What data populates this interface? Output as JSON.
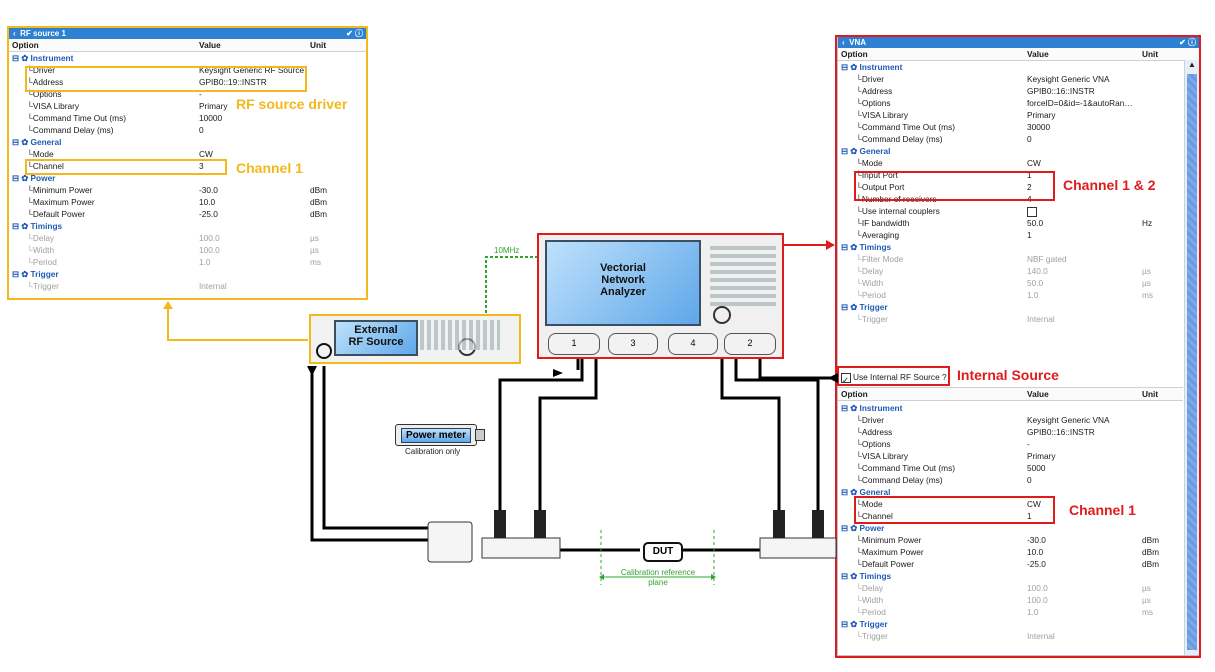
{
  "headers": {
    "option": "Option",
    "value": "Value",
    "unit": "Unit"
  },
  "rf_panel": {
    "title": "RF source 1",
    "rows": [
      {
        "o": "Instrument",
        "v": "",
        "u": "",
        "type": "sec"
      },
      {
        "o": "Driver",
        "v": "Keysight Generic RF Source",
        "u": "",
        "type": "item"
      },
      {
        "o": "Address",
        "v": "GPIB0::19::INSTR",
        "u": "",
        "type": "item"
      },
      {
        "o": "Options",
        "v": "-",
        "u": "",
        "type": "item"
      },
      {
        "o": "VISA Library",
        "v": "Primary",
        "u": "",
        "type": "item"
      },
      {
        "o": "Command Time Out (ms)",
        "v": "10000",
        "u": "",
        "type": "item"
      },
      {
        "o": "Command Delay (ms)",
        "v": "0",
        "u": "",
        "type": "item"
      },
      {
        "o": "General",
        "v": "",
        "u": "",
        "type": "sec"
      },
      {
        "o": "Mode",
        "v": "CW",
        "u": "",
        "type": "item"
      },
      {
        "o": "Channel",
        "v": "3",
        "u": "",
        "type": "item"
      },
      {
        "o": "Power",
        "v": "",
        "u": "",
        "type": "sec"
      },
      {
        "o": "Minimum Power",
        "v": "-30.0",
        "u": "dBm",
        "type": "item"
      },
      {
        "o": "Maximum Power",
        "v": "10.0",
        "u": "dBm",
        "type": "item"
      },
      {
        "o": "Default Power",
        "v": "-25.0",
        "u": "dBm",
        "type": "item"
      },
      {
        "o": "Timings",
        "v": "",
        "u": "",
        "type": "sec"
      },
      {
        "o": "Delay",
        "v": "100.0",
        "u": "µs",
        "type": "dis"
      },
      {
        "o": "Width",
        "v": "100.0",
        "u": "µs",
        "type": "dis"
      },
      {
        "o": "Period",
        "v": "1.0",
        "u": "ms",
        "type": "dis"
      },
      {
        "o": "Trigger",
        "v": "",
        "u": "",
        "type": "sec"
      },
      {
        "o": "Trigger",
        "v": "Internal",
        "u": "",
        "type": "dis"
      }
    ]
  },
  "vna_panel": {
    "title": "VNA",
    "rows_top": [
      {
        "o": "Instrument",
        "v": "",
        "u": "",
        "type": "sec"
      },
      {
        "o": "Driver",
        "v": "Keysight Generic VNA",
        "u": "",
        "type": "item"
      },
      {
        "o": "Address",
        "v": "GPIB0::16::INSTR",
        "u": "",
        "type": "item"
      },
      {
        "o": "Options",
        "v": "forceID=0&id=-1&autoRan…",
        "u": "",
        "type": "item"
      },
      {
        "o": "VISA Library",
        "v": "Primary",
        "u": "",
        "type": "item"
      },
      {
        "o": "Command Time Out (ms)",
        "v": "30000",
        "u": "",
        "type": "item"
      },
      {
        "o": "Command Delay (ms)",
        "v": "0",
        "u": "",
        "type": "item"
      },
      {
        "o": "General",
        "v": "",
        "u": "",
        "type": "sec"
      },
      {
        "o": "Mode",
        "v": "CW",
        "u": "",
        "type": "item"
      },
      {
        "o": "Input Port",
        "v": "1",
        "u": "",
        "type": "item"
      },
      {
        "o": "Output Port",
        "v": "2",
        "u": "",
        "type": "item"
      },
      {
        "o": "Number of receivers",
        "v": "4",
        "u": "",
        "type": "item"
      },
      {
        "o": "Use internal couplers",
        "v": "",
        "u": "",
        "type": "check"
      },
      {
        "o": "IF bandwidth",
        "v": "50.0",
        "u": "Hz",
        "type": "item"
      },
      {
        "o": "Averaging",
        "v": "1",
        "u": "",
        "type": "item"
      },
      {
        "o": "Timings",
        "v": "",
        "u": "",
        "type": "sec"
      },
      {
        "o": "Filter Mode",
        "v": "NBF gated",
        "u": "",
        "type": "dis"
      },
      {
        "o": "Delay",
        "v": "140.0",
        "u": "µs",
        "type": "dis"
      },
      {
        "o": "Width",
        "v": "50.0",
        "u": "µs",
        "type": "dis"
      },
      {
        "o": "Period",
        "v": "1.0",
        "u": "ms",
        "type": "dis"
      },
      {
        "o": "Trigger",
        "v": "",
        "u": "",
        "type": "sec"
      },
      {
        "o": "Trigger",
        "v": "Internal",
        "u": "",
        "type": "dis"
      }
    ],
    "internal_source_label": "Use Internal RF Source ?",
    "rows_bottom": [
      {
        "o": "Instrument",
        "v": "",
        "u": "",
        "type": "sec"
      },
      {
        "o": "Driver",
        "v": "Keysight Generic VNA",
        "u": "",
        "type": "item"
      },
      {
        "o": "Address",
        "v": "GPIB0::16::INSTR",
        "u": "",
        "type": "item"
      },
      {
        "o": "Options",
        "v": "-",
        "u": "",
        "type": "item"
      },
      {
        "o": "VISA Library",
        "v": "Primary",
        "u": "",
        "type": "item"
      },
      {
        "o": "Command Time Out (ms)",
        "v": "5000",
        "u": "",
        "type": "item"
      },
      {
        "o": "Command Delay (ms)",
        "v": "0",
        "u": "",
        "type": "item"
      },
      {
        "o": "General",
        "v": "",
        "u": "",
        "type": "sec"
      },
      {
        "o": "Mode",
        "v": "CW",
        "u": "",
        "type": "item"
      },
      {
        "o": "Channel",
        "v": "1",
        "u": "",
        "type": "item"
      },
      {
        "o": "Power",
        "v": "",
        "u": "",
        "type": "sec"
      },
      {
        "o": "Minimum Power",
        "v": "-30.0",
        "u": "dBm",
        "type": "item"
      },
      {
        "o": "Maximum Power",
        "v": "10.0",
        "u": "dBm",
        "type": "item"
      },
      {
        "o": "Default Power",
        "v": "-25.0",
        "u": "dBm",
        "type": "item"
      },
      {
        "o": "Timings",
        "v": "",
        "u": "",
        "type": "sec"
      },
      {
        "o": "Delay",
        "v": "100.0",
        "u": "µs",
        "type": "dis"
      },
      {
        "o": "Width",
        "v": "100.0",
        "u": "µs",
        "type": "dis"
      },
      {
        "o": "Period",
        "v": "1.0",
        "u": "ms",
        "type": "dis"
      },
      {
        "o": "Trigger",
        "v": "",
        "u": "",
        "type": "sec"
      },
      {
        "o": "Trigger",
        "v": "Internal",
        "u": "",
        "type": "dis"
      }
    ]
  },
  "annotations": {
    "rf_driver": "RF source driver",
    "rf_channel": "Channel 1",
    "vna_channels": "Channel 1 & 2",
    "internal_source": "Internal Source",
    "vna_channel": "Channel 1"
  },
  "diagram": {
    "ext_source": "External\nRF Source",
    "vna": "Vectorial\nNetwork\nAnalyzer",
    "ref": "10MHz",
    "power_meter": "Power meter",
    "calibration_only": "Calibration only",
    "dut": "DUT",
    "cal_ref": "Calibration reference\nplane",
    "ports": [
      "1",
      "3",
      "4",
      "2"
    ]
  },
  "colors": {
    "orange": "#f2b81c",
    "red": "#e01b1b",
    "blue": "#2d80d2",
    "green": "#2fa52f"
  }
}
